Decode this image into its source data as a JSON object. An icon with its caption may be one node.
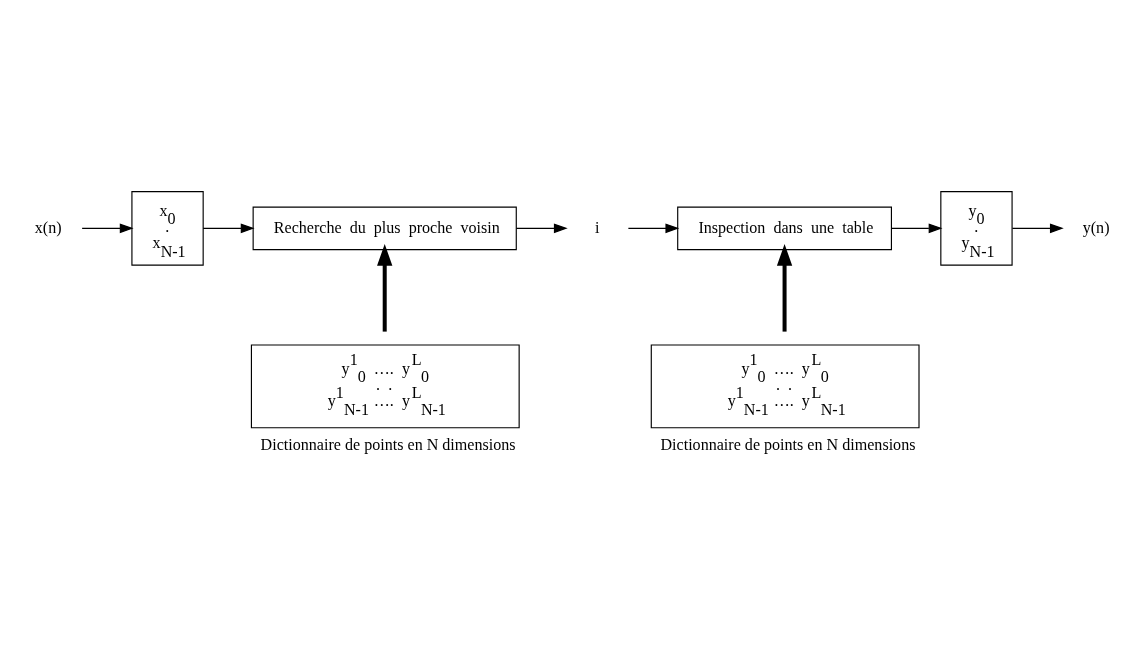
{
  "diagram": {
    "nodes": [
      {
        "text": [
          "x(n)"
        ]
      },
      {
        "text": [
          "x$_{0}$",
          ".",
          "x$_{N-1}$"
        ]
      },
      {
        "text": [
          "Recherche du plus proche voisin"
        ]
      },
      {
        "text": [
          "i"
        ]
      },
      {
        "text": [
          "Inspection dans une table"
        ]
      },
      {
        "text": [
          "y$_{0}$",
          ".",
          "y$_{N-1}$"
        ]
      },
      {
        "text": [
          "y(n)"
        ]
      },
      {
        "text": [
          "y$^{1}$$_{0}$ …. y$^{L}$$_{0}$",
          ". .",
          "y$^{1}$$_{N-1}$ …. y$^{L}$$_{N-1}$"
        ],
        "beside": [
          "Dictionnaire de points en N dimensions"
        ]
      },
      {
        "text": [
          "y$^{1}$$_{0}$ …. y$^{L}$$_{0}$",
          ". .",
          "y$^{1}$$_{N-1}$ …. y$^{L}$$_{N-1}$"
        ],
        "beside": [
          "Dictionnaire de points en N dimensions"
        ]
      }
    ],
    "edges": [
      {
        "from": 0,
        "to": 1,
        "arrow": "to"
      },
      {
        "from": 1,
        "to": 2,
        "arrow": "to"
      },
      {
        "from": 2,
        "to": 3,
        "arrow": "to"
      },
      {
        "from": 3,
        "to": 4,
        "arrow": "to"
      },
      {
        "from": 4,
        "to": 5,
        "arrow": "to"
      },
      {
        "from": 5,
        "to": 6,
        "arrow": "to"
      },
      {
        "from": 7,
        "to": 2,
        "arrow": "to",
        "style": "thick"
      },
      {
        "from": 8,
        "to": 4,
        "arrow": "to",
        "style": "thick"
      }
    ]
  }
}
